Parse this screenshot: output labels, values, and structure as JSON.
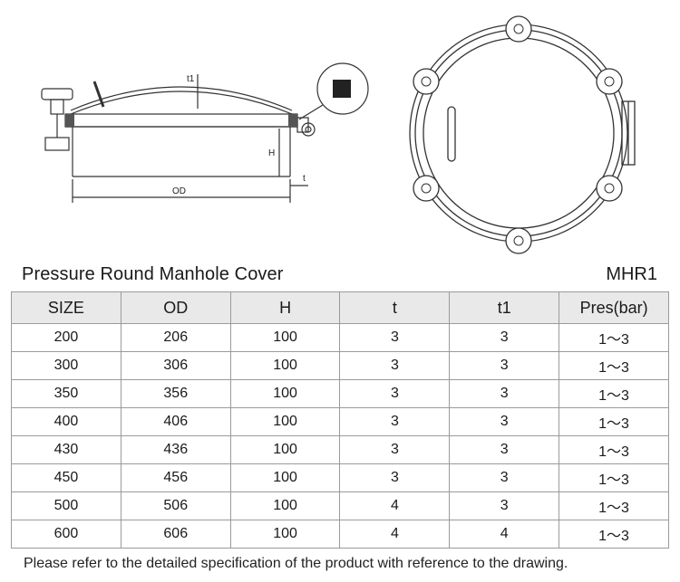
{
  "drawing": {
    "side_labels": {
      "t1": "t1",
      "h": "H",
      "od": "OD",
      "t": "t"
    }
  },
  "header": {
    "title": "Pressure Round Manhole Cover",
    "model": "MHR1"
  },
  "table": {
    "columns": [
      "SIZE",
      "OD",
      "H",
      "t",
      "t1",
      "Pres(bar)"
    ],
    "rows": [
      [
        "200",
        "206",
        "100",
        "3",
        "3",
        "1～3"
      ],
      [
        "300",
        "306",
        "100",
        "3",
        "3",
        "1～3"
      ],
      [
        "350",
        "356",
        "100",
        "3",
        "3",
        "1～3"
      ],
      [
        "400",
        "406",
        "100",
        "3",
        "3",
        "1～3"
      ],
      [
        "430",
        "436",
        "100",
        "3",
        "3",
        "1～3"
      ],
      [
        "450",
        "456",
        "100",
        "3",
        "3",
        "1～3"
      ],
      [
        "500",
        "506",
        "100",
        "4",
        "3",
        "1～3"
      ],
      [
        "600",
        "606",
        "100",
        "4",
        "4",
        "1～3"
      ]
    ]
  },
  "footer": {
    "note": "Please refer to the detailed specification of the product with reference to the drawing."
  }
}
